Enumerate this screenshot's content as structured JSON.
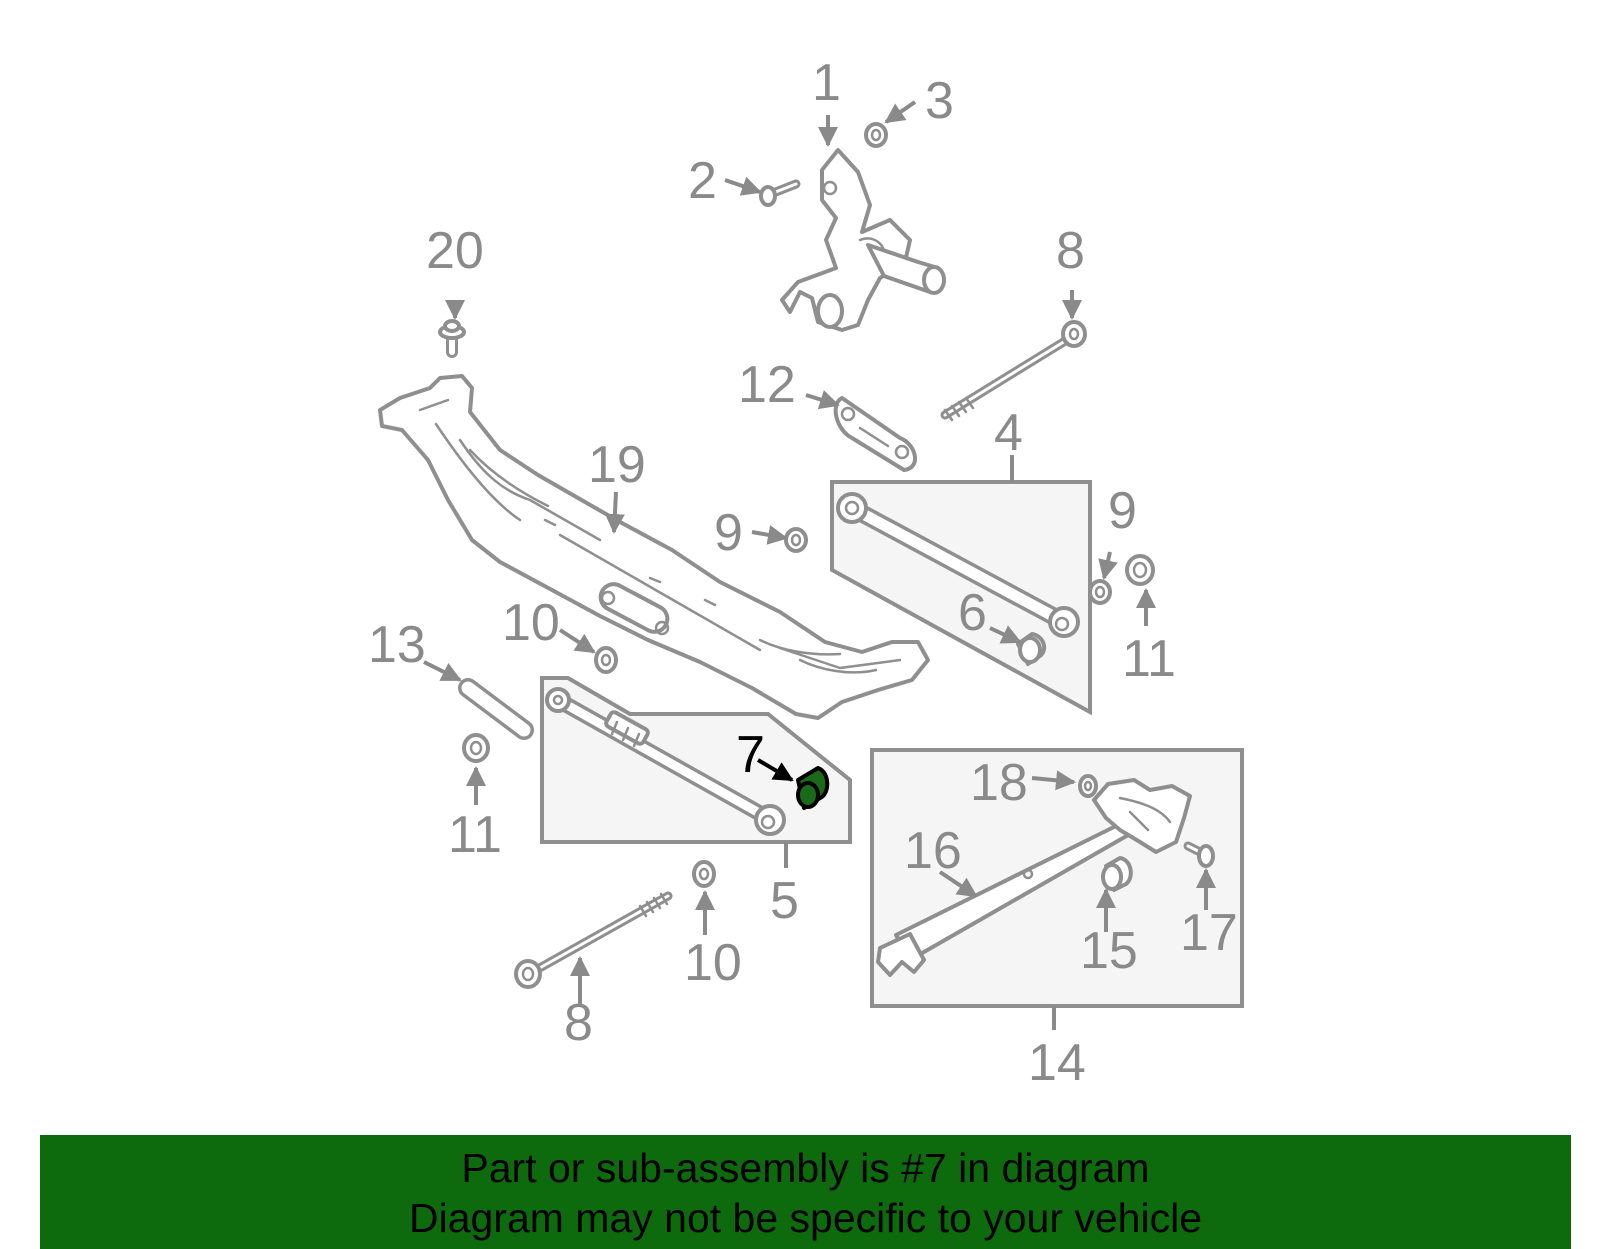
{
  "callouts": {
    "c1": "1",
    "c2": "2",
    "c3": "3",
    "c4": "4",
    "c5": "5",
    "c6": "6",
    "c7": "7",
    "c8a": "8",
    "c8b": "8",
    "c9a": "9",
    "c9b": "9",
    "c10a": "10",
    "c10b": "10",
    "c11a": "11",
    "c11b": "11",
    "c12": "12",
    "c13": "13",
    "c14": "14",
    "c15": "15",
    "c16": "16",
    "c17": "17",
    "c18": "18",
    "c19": "19",
    "c20": "20"
  },
  "highlight": {
    "part_number": "7",
    "color": "#1a6a1a"
  },
  "banner": {
    "line1": "Part or sub-assembly is #7 in diagram",
    "line2": "Diagram may not be specific to your vehicle",
    "background": "#0d6b0d"
  }
}
